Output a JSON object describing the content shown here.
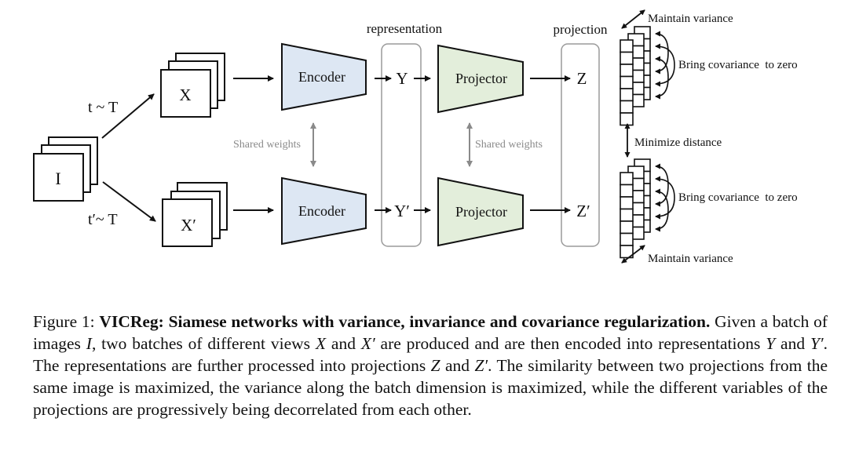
{
  "figure": {
    "labels": {
      "input": "I",
      "view_top": "X",
      "view_bottom": "X′",
      "aug_top": "t ~ T",
      "aug_bottom": "t′~ T",
      "encoder_top": "Encoder",
      "encoder_bottom": "Encoder",
      "shared_weights_left": "Shared weights",
      "shared_weights_right": "Shared weights",
      "representation_header": "representation",
      "projection_header": "projection",
      "rep_top": "Y",
      "rep_bottom": "Y′",
      "projector_top": "Projector",
      "projector_bottom": "Projector",
      "proj_top": "Z",
      "proj_bottom": "Z′",
      "maintain_variance_top": "Maintain variance",
      "maintain_variance_bottom": "Maintain variance",
      "covariance_top": "Bring covariance  to zero",
      "covariance_bottom": "Bring covariance  to zero",
      "minimize_distance": "Minimize  distance"
    },
    "colors": {
      "encoder_fill": "#dde7f3",
      "projector_fill": "#e3eedb",
      "shared_weights": "#8a8a8a",
      "bracket_stroke": "#9a9a9a"
    }
  },
  "caption": {
    "prefix": "Figure 1: ",
    "title": "VICReg: Siamese networks with variance, invariance and covariance regularization.",
    "s1a": " Given a batch of images ",
    "I": "I",
    "s1b": ", two batches of different views ",
    "X": "X",
    "s1c": " and ",
    "Xp": "X′",
    "s1d": " are produced and are then encoded into representations ",
    "Y": "Y",
    "s2a": " and ",
    "Yp": "Y′",
    "s2b": ". The representations are further processed into projections ",
    "Z": "Z",
    "s3a": " and ",
    "Zp": "Z′",
    "s3b": ". The similarity between two projections from the same image is maximized, the variance along the batch dimension is maximized, while the different variables of the projections are progressively being decorrelated from each other."
  }
}
